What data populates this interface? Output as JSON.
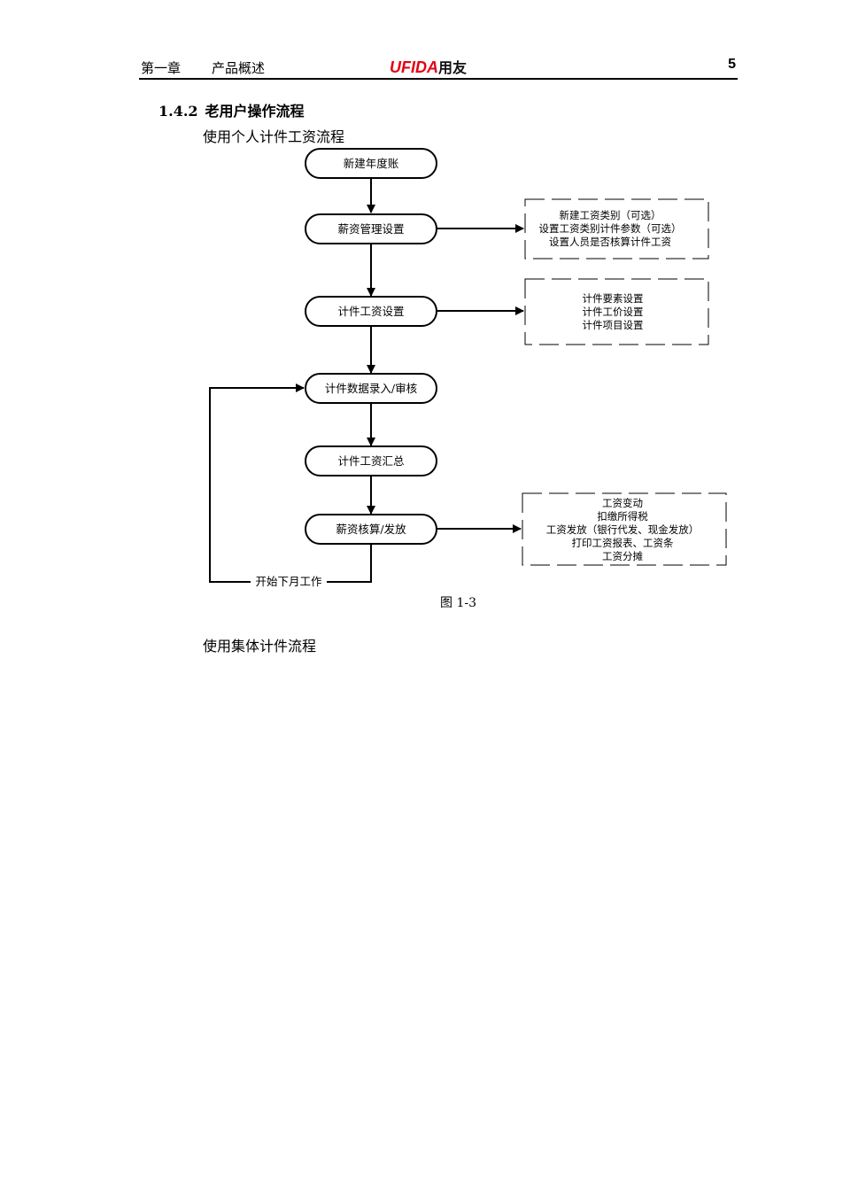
{
  "header": {
    "chapter": "第一章",
    "section": "产品概述",
    "logo_latin": "UFIDA",
    "logo_cn": "用友",
    "page_number": "5",
    "logo_color": "#e60012"
  },
  "section": {
    "number": "1.4.2",
    "title": "老用户操作流程"
  },
  "paragraphs": {
    "p1": "使用个人计件工资流程",
    "p2": "使用集体计件流程"
  },
  "flow": {
    "nodes": [
      "新建年度账",
      "薪资管理设置",
      "计件工资设置",
      "计件数据录入/审核",
      "计件工资汇总",
      "薪资核算/发放"
    ],
    "notes": {
      "salary_setup": [
        "新建工资类别（可选）",
        "设置工资类别计件参数（可选）",
        "设置人员是否核算计件工资"
      ],
      "piece_setup": [
        "计件要素设置",
        "计件工价设置",
        "计件项目设置"
      ],
      "payroll": [
        "工资变动",
        "扣缴所得税",
        "工资发放（银行代发、现金发放）",
        "打印工资报表、工资条",
        "工资分摊"
      ]
    },
    "loop_label": "开始下月工作"
  },
  "figure_caption": "图 1-3"
}
